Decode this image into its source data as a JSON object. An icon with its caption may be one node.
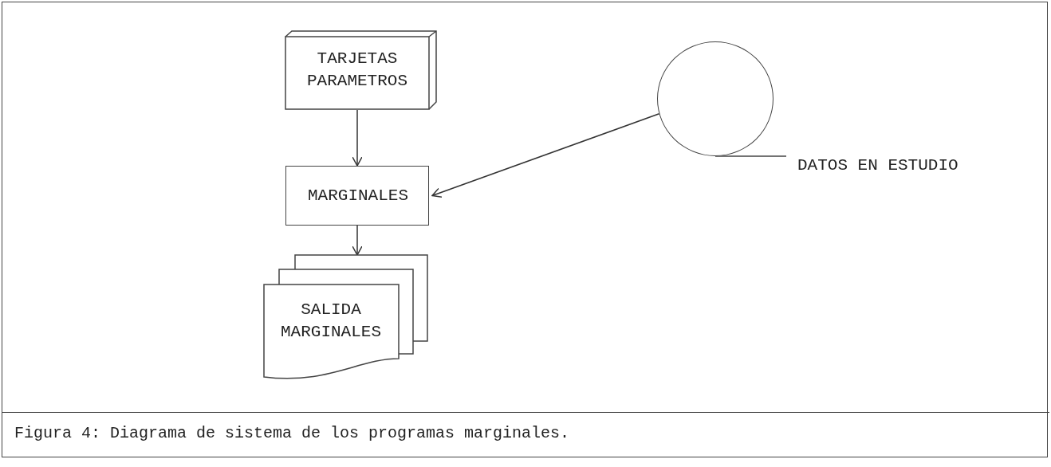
{
  "diagram": {
    "caption": "Figura 4: Diagrama de sistema de los programas marginales.",
    "nodes": [
      {
        "text": [
          "TARJETAS PARAMETROS"
        ]
      },
      {
        "text": [
          "MARGINALES"
        ]
      },
      {
        "text": [
          "SALIDA MARGINALES"
        ]
      },
      {
        "text": [],
        "shape": "circle",
        "beside": [
          "DATOS EN ESTUDIO"
        ]
      }
    ],
    "edges": [
      {
        "from": 0,
        "to": 1,
        "arrow": "to"
      },
      {
        "from": 1,
        "to": 2,
        "arrow": "to"
      },
      {
        "from": 3,
        "to": 1,
        "arrow": "to"
      }
    ]
  }
}
